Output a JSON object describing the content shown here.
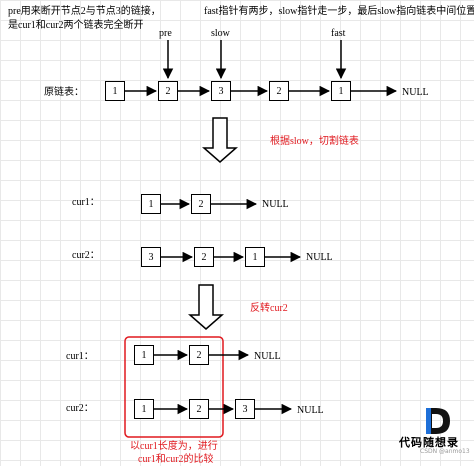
{
  "annotations": {
    "top_left_line1": "pre用来断开节点2与节点3的链接，",
    "top_left_line2": "是cur1和cur2两个链表完全断开",
    "top_right": "fast指针有两步，slow指针走一步，最后slow指向链表中间位置",
    "step1": "根据slow，切割链表",
    "step2": "反转cur2",
    "compare_line1": "以cur1长度为，进行",
    "compare_line2": "cur1和cur2的比较"
  },
  "pointers": {
    "pre": "pre",
    "slow": "slow",
    "fast": "fast"
  },
  "rows": {
    "original": {
      "label": "原链表：",
      "nodes": [
        "1",
        "2",
        "3",
        "2",
        "1"
      ],
      "null": "NULL"
    },
    "cur1_a": {
      "label": "cur1：",
      "nodes": [
        "1",
        "2"
      ],
      "null": "NULL"
    },
    "cur2_a": {
      "label": "cur2：",
      "nodes": [
        "3",
        "2",
        "1"
      ],
      "null": "NULL"
    },
    "cur1_b": {
      "label": "cur1：",
      "nodes": [
        "1",
        "2"
      ],
      "null": "NULL"
    },
    "cur2_b": {
      "label": "cur2：",
      "nodes": [
        "1",
        "2",
        "3"
      ],
      "null": "NULL"
    }
  },
  "logo": {
    "letter": "D",
    "name": "代码随想录",
    "watermark": "CSDN @anmo13"
  },
  "colors": {
    "highlight": "#e0181e",
    "accent": "#1d6fd8"
  }
}
